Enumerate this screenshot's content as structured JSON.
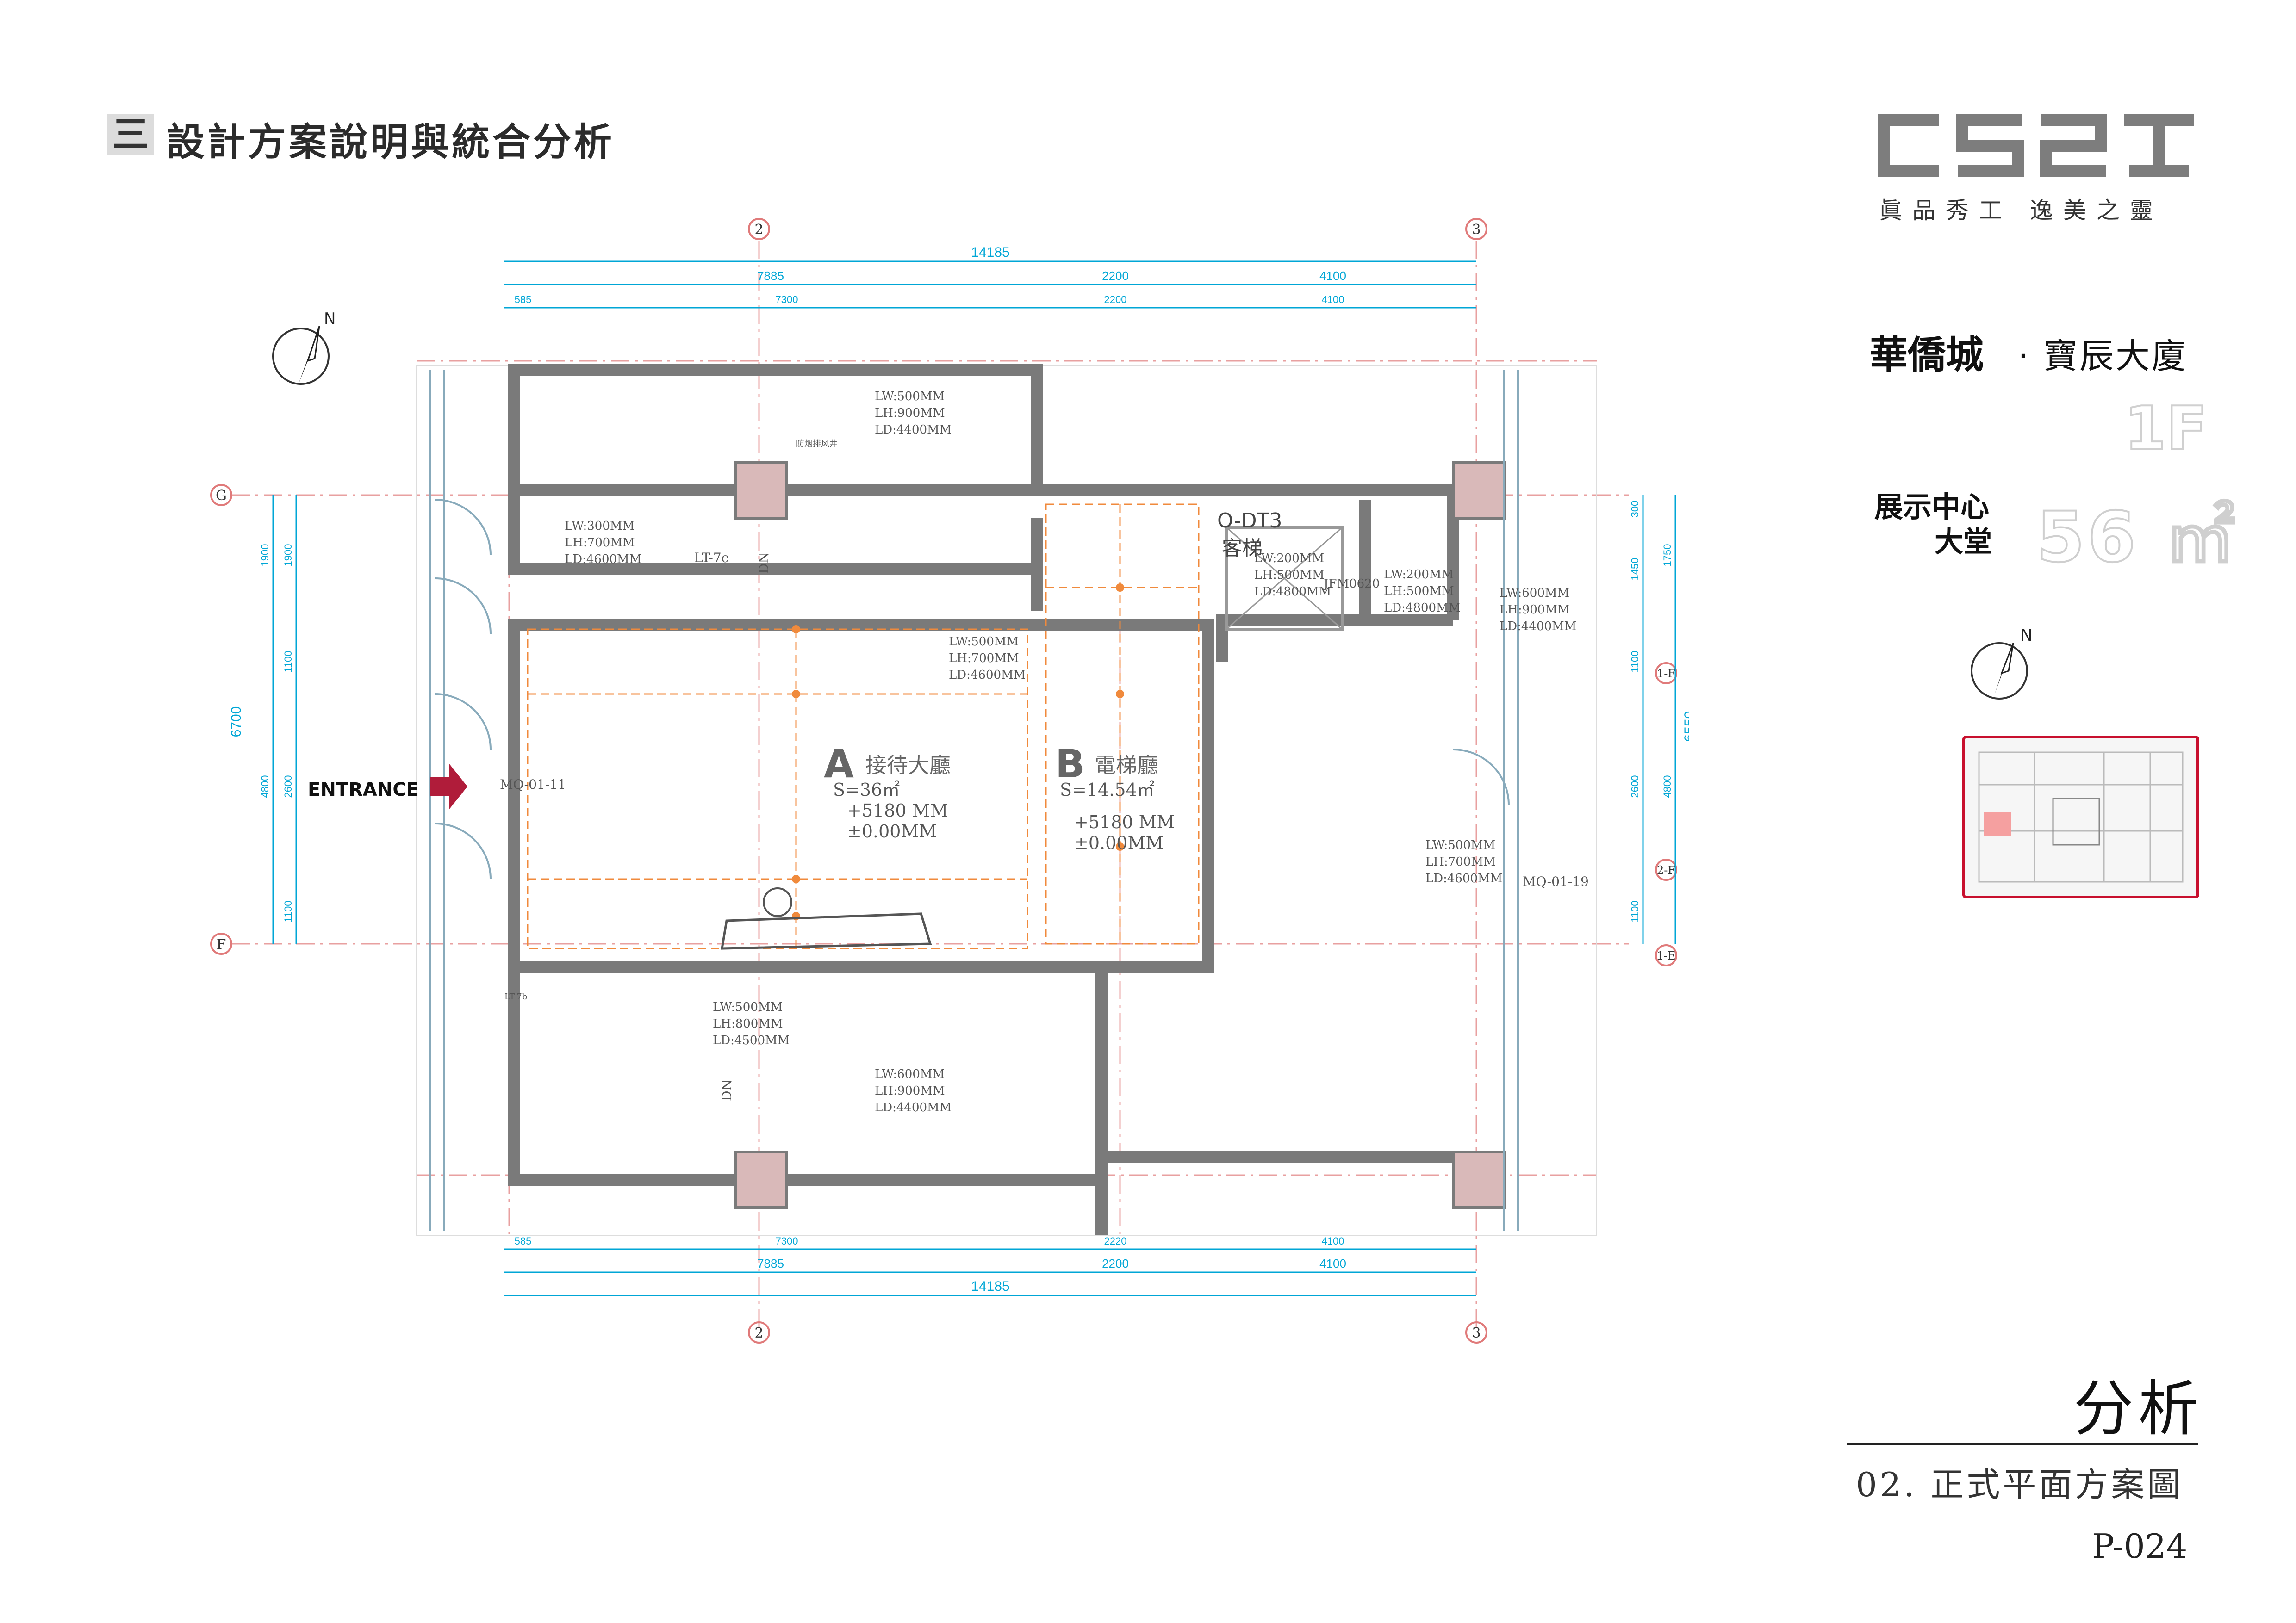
{
  "header": {
    "section_number": "三",
    "section_title": "設計方案說明與統合分析"
  },
  "brand": {
    "logo_text": "CSZT",
    "slogan": "眞品秀工 逸美之靈"
  },
  "project": {
    "name": "華僑城",
    "separator_sub": "· 寶辰大廈",
    "floor": "1F",
    "area_label_1": "展示中心",
    "area_label_2": "大堂",
    "area_value": "56 ㎡"
  },
  "plan": {
    "axes": {
      "top_left": "2",
      "top_right": "3",
      "bottom_left": "2",
      "bottom_right": "3",
      "left_top": "G",
      "left_bottom": "F",
      "right_1": "1-F",
      "right_2": "2-F",
      "right_3": "1-E"
    },
    "dims_top": {
      "total": "14185",
      "row1": [
        "7885",
        "2200",
        "4100"
      ],
      "row2": [
        "585",
        "7300",
        "2200",
        "4100"
      ]
    },
    "dims_bottom": {
      "row1": [
        "585",
        "7300",
        "2220",
        "4100"
      ],
      "row2": [
        "7885",
        "2200",
        "4100"
      ],
      "total": "14185"
    },
    "dims_left": {
      "total": "6700",
      "col_a": [
        "1900",
        "4800"
      ],
      "col_b": [
        "1900",
        "1100",
        "2600",
        "1100"
      ]
    },
    "dims_right": {
      "total": "6550",
      "col_a": [
        "300",
        "1450",
        "1100",
        "2600",
        "1100"
      ],
      "col_b": [
        "1750",
        "4800"
      ]
    },
    "entrance": "ENTRANCE",
    "room_a": {
      "letter": "A",
      "name": "接待大廳",
      "area": "S=36㎡",
      "ceiling": "+5180 MM",
      "floor": "±0.00MM"
    },
    "room_b": {
      "letter": "B",
      "name": "電梯廳",
      "area": "S=14.54㎡",
      "ceiling": "+5180 MM",
      "floor": "±0.00MM"
    },
    "lift": {
      "code": "O-DT3",
      "name": "客梯"
    },
    "code_mq1": "MQ-01-11",
    "code_mq2": "MQ-01-19",
    "code_lt": "LT-7c",
    "code_lt2": "LT-7b",
    "code_jf": "JFM0620",
    "dn": "DN",
    "small_note": "防烟排风井",
    "notes": [
      [
        "LW:500MM",
        "LH:900MM",
        "LD:4400MM"
      ],
      [
        "LW:300MM",
        "LH:700MM",
        "LD:4600MM"
      ],
      [
        "LW:500MM",
        "LH:700MM",
        "LD:4600MM"
      ],
      [
        "LW:200MM",
        "LH:500MM",
        "LD:4800MM"
      ],
      [
        "LW:200MM",
        "LH:500MM",
        "LD:4800MM"
      ],
      [
        "LW:600MM",
        "LH:900MM",
        "LD:4400MM"
      ],
      [
        "LW:500MM",
        "LH:700MM",
        "LD:4600MM"
      ],
      [
        "LW:500MM",
        "LH:800MM",
        "LD:4500MM"
      ],
      [
        "LW:600MM",
        "LH:900MM",
        "LD:4400MM"
      ]
    ]
  },
  "footer": {
    "title": "分析",
    "subtitle": "02. 正式平面方案圖",
    "page": "P-024"
  },
  "colors": {
    "accent_red": "#c8102e",
    "dimension_blue": "#00a6d6",
    "wall_grey": "#7a7a7a",
    "grid_red": "#e07a7a",
    "orange": "#f08a3c"
  }
}
